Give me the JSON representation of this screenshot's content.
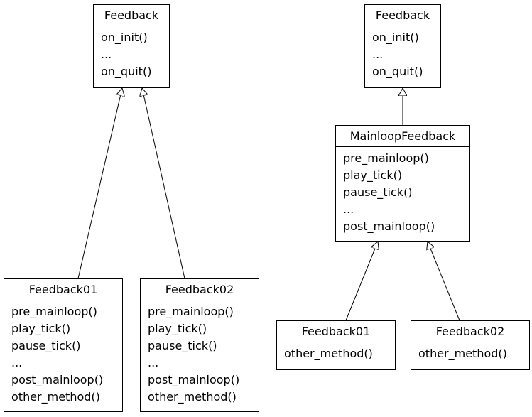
{
  "left_diagram": {
    "base": {
      "name": "Feedback",
      "methods": [
        "on_init()",
        "...",
        "on_quit()"
      ]
    },
    "child1": {
      "name": "Feedback01",
      "methods": [
        "pre_mainloop()",
        "play_tick()",
        "pause_tick()",
        "...",
        "post_mainloop()",
        "other_method()"
      ]
    },
    "child2": {
      "name": "Feedback02",
      "methods": [
        "pre_mainloop()",
        "play_tick()",
        "pause_tick()",
        "...",
        "post_mainloop()",
        "other_method()"
      ]
    }
  },
  "right_diagram": {
    "base": {
      "name": "Feedback",
      "methods": [
        "on_init()",
        "...",
        "on_quit()"
      ]
    },
    "middle": {
      "name": "MainloopFeedback",
      "methods": [
        "pre_mainloop()",
        "play_tick()",
        "pause_tick()",
        "...",
        "post_mainloop()"
      ]
    },
    "child1": {
      "name": "Feedback01",
      "methods": [
        "other_method()"
      ]
    },
    "child2": {
      "name": "Feedback02",
      "methods": [
        "other_method()"
      ]
    }
  }
}
